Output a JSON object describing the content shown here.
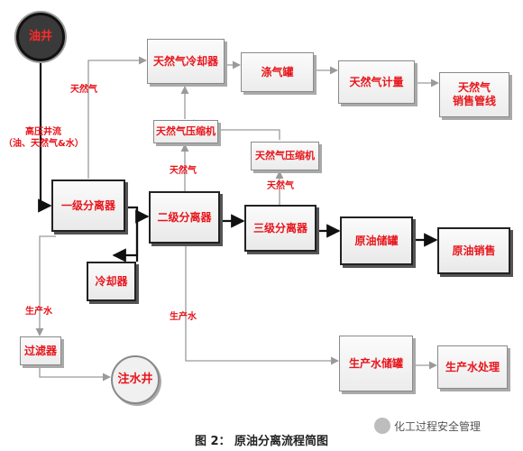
{
  "nodes": {
    "oil_well": "油井",
    "separator_1": "一级分离器",
    "separator_2": "二级分离器",
    "separator_3": "三级分离器",
    "cooler": "冷却器",
    "gas_cooler": "天然气冷却器",
    "scrubber": "涤气罐",
    "gas_meter": "天然气计量",
    "gas_sales": [
      "天然气",
      "销售管线"
    ],
    "gas_compressor_1": "天然气压缩机",
    "gas_compressor_2": "天然气压缩机",
    "oil_tank": "原油储罐",
    "oil_sales": "原油销售",
    "filter": "过滤器",
    "injection_well": "注水井",
    "water_tank": "生产水储罐",
    "water_treatment": "生产水处理"
  },
  "labels": {
    "gas_from_sep1": "天然气",
    "wellstream": [
      "高压井流",
      "（油、天然气&水）"
    ],
    "gas_from_sep2": "天然气",
    "gas_from_sep3": "天然气",
    "water_from_sep1": "生产水",
    "water_from_sep2": "生产水"
  },
  "caption": "图 2： 原油分离流程简图",
  "watermark": "化工过程安全管理"
}
